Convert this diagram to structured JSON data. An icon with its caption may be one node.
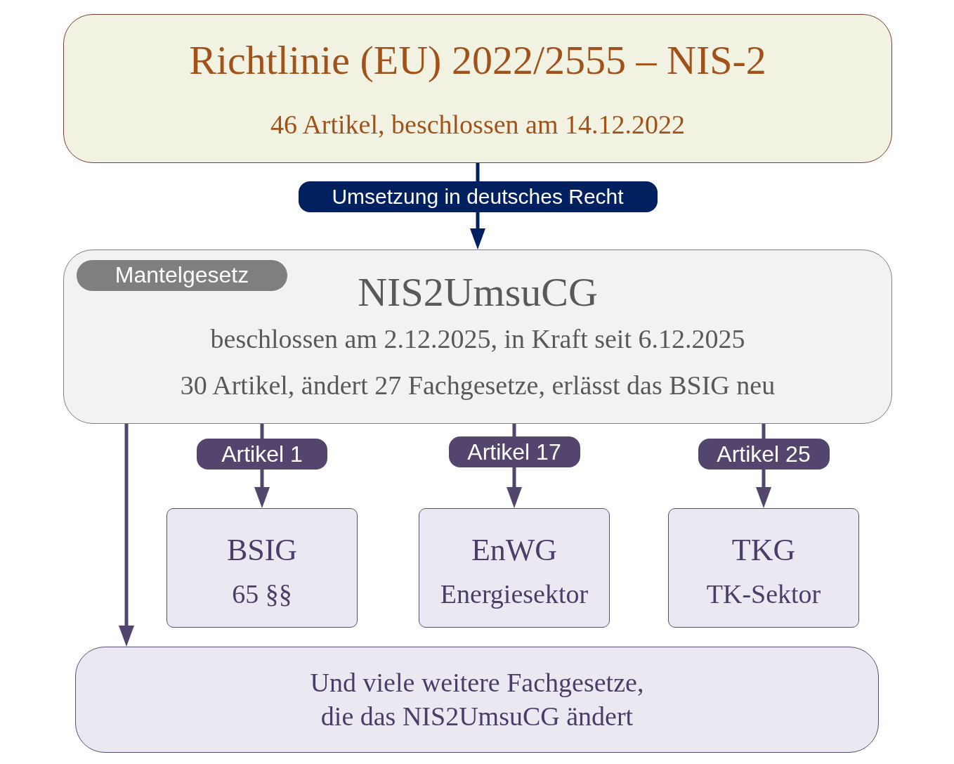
{
  "diagram": {
    "nodes": [
      {
        "text": [
          "Richtlinie (EU) 2022/2555 – NIS-2",
          "46 Artikel, beschlossen am 14.12.2022"
        ]
      },
      {
        "text": [
          "NIS2UmsuCG",
          "beschlossen am 2.12.2025, in Kraft seit 6.12.2025",
          "30 Artikel, ändert 27 Fachgesetze, erlässt das BSIG neu"
        ]
      },
      {
        "text": [
          "Mantelgesetz"
        ],
        "in": 1
      },
      {
        "text": [
          "BSIG",
          "65 §§"
        ]
      },
      {
        "text": [
          "EnWG",
          "Energiesektor"
        ]
      },
      {
        "text": [
          "TKG",
          "TK-Sektor"
        ]
      },
      {
        "text": [
          "Und viele weitere Fachgesetze, die das NIS2UmsuCG ändert"
        ]
      }
    ],
    "edges": [
      {
        "from": 0,
        "to": 1,
        "arrow": "to",
        "label": "Umsetzung in deutsches Recht",
        "color": "#002060"
      },
      {
        "from": 1,
        "to": 3,
        "arrow": "to",
        "label": "Artikel 1"
      },
      {
        "from": 1,
        "to": 4,
        "arrow": "to",
        "label": "Artikel 17"
      },
      {
        "from": 1,
        "to": 5,
        "arrow": "to",
        "label": "Artikel 25"
      },
      {
        "from": 1,
        "to": 6,
        "arrow": "to"
      }
    ]
  }
}
